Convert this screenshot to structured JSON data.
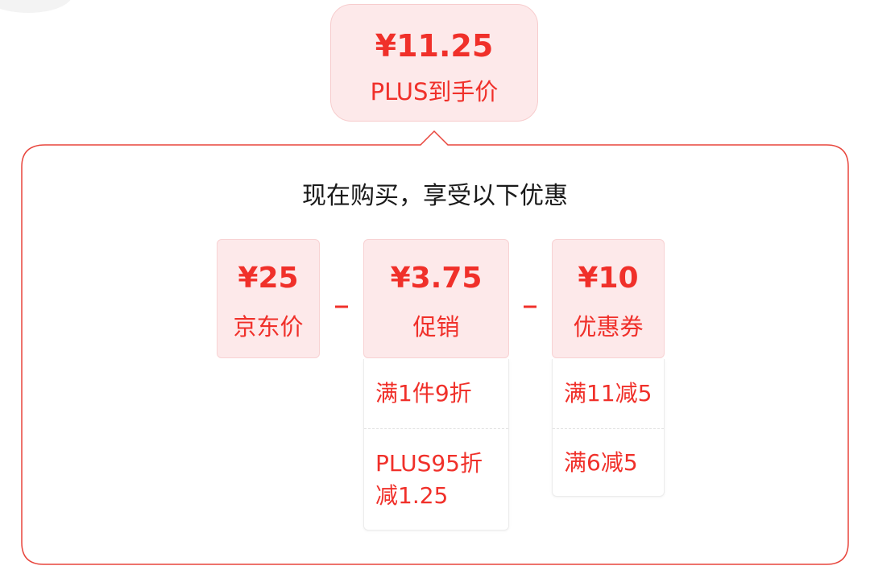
{
  "final_price": {
    "value": "¥11.25",
    "label": "PLUS到手价"
  },
  "panel": {
    "title": "现在购买，享受以下优惠"
  },
  "operators": {
    "minus": "_"
  },
  "cards": [
    {
      "value": "¥25",
      "label": "京东价",
      "details": []
    },
    {
      "value": "¥3.75",
      "label": "促销",
      "details": [
        "满1件9折",
        "PLUS95折减1.25"
      ]
    },
    {
      "value": "¥10",
      "label": "优惠券",
      "details": [
        "满11减5",
        "满6减5"
      ]
    }
  ],
  "colors": {
    "accent": "#f0302a",
    "card_background": "#fde9ea",
    "panel_border": "#e8453c",
    "title_text": "#1a1a1a"
  }
}
